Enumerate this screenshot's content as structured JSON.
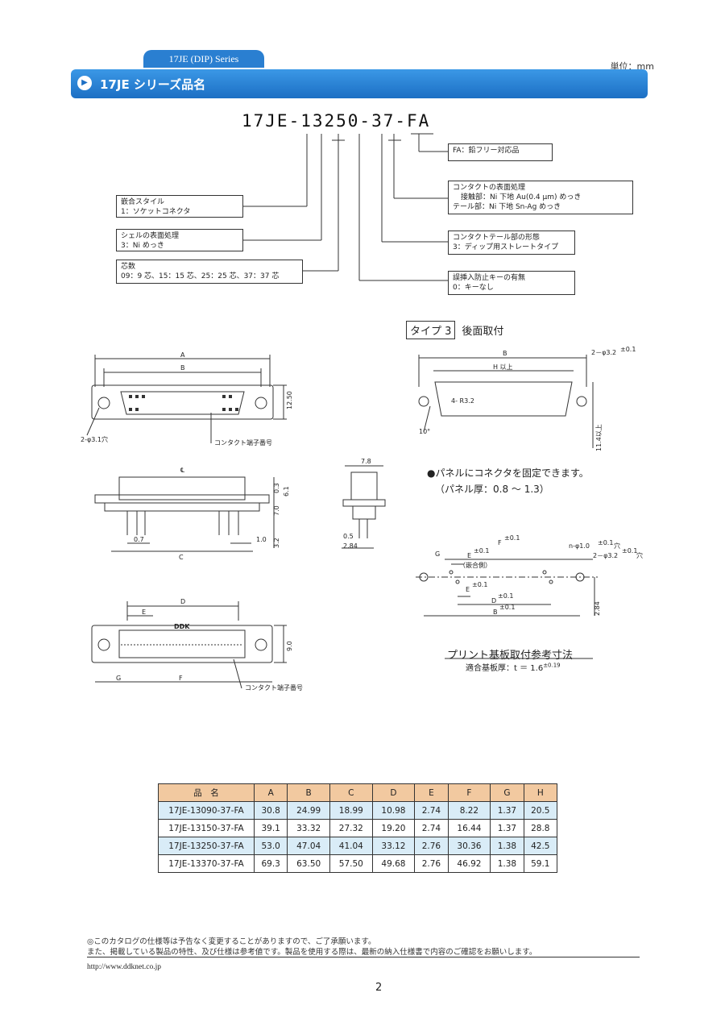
{
  "header": {
    "series_tab": "17JE (DIP) Series",
    "unit": "単位：mm",
    "play_symbol": "▶",
    "title": "17JE シリーズ品名"
  },
  "part_number": "17JE-13250-37-FA",
  "callouts": {
    "fa": [
      "FA：鉛フリー対応品"
    ],
    "plating": [
      "コンタクトの表面処理",
      "接触部：Ni 下地 Au(0.4 μm) めっき",
      "テール部：Ni 下地 Sn-Ag めっき"
    ],
    "tail_shape": [
      "コンタクトテール部の形態",
      "3：ディップ用ストレートタイプ"
    ],
    "key": [
      "誤挿入防止キーの有無",
      "0：キーなし"
    ],
    "style": [
      "嵌合スタイル",
      "1：ソケットコネクタ"
    ],
    "shell": [
      "シェルの表面処理",
      "3：Ni めっき"
    ],
    "cores": [
      "芯数",
      "09：9 芯、15：15 芯、25：25 芯、37：37 芯"
    ]
  },
  "drawings": {
    "front": {
      "A": "A",
      "B": "B",
      "h": "12.50",
      "hole": "2-φ3.1穴",
      "contact_no": "コンタクト端子番号"
    },
    "side": {
      "cl": "℄",
      "d03": "0.3",
      "d61": "6.1",
      "d70": "7.0",
      "d32": "3.2",
      "d07": "0.7",
      "d10": "1.0",
      "C": "C"
    },
    "end": {
      "w78": "7.8",
      "d05": "0.5",
      "d284": "2.84"
    },
    "bottom": {
      "D": "D",
      "E": "E",
      "brand": "DDK",
      "h90": "9.0",
      "G": "G",
      "F": "F",
      "contact_no": "コンタクト端子番号"
    },
    "type3": {
      "box": "タイプ 3",
      "label": "後面取付",
      "B": "B",
      "H": "H 以上",
      "holes": "2－φ3.2",
      "tol": "±0.1",
      "R": "4- R3.2",
      "angle": "10°",
      "v": "11.4以上"
    },
    "notes": [
      "●パネルにコネクタを固定できます。",
      "（パネル厚：0.8 ～ 1.3）"
    ],
    "pcb": {
      "G": "G",
      "E": "E",
      "F": "F",
      "D": "D",
      "B": "B",
      "tol": "±0.1",
      "mating": "（嵌合側）",
      "nhole": "n-φ1.0",
      "hole": "2－φ3.2",
      "ana": "穴",
      "v": "2.84"
    },
    "ref_title": "プリント基板取付参考寸法",
    "ref_sub": "適合基板厚：t ＝ 1.6",
    "ref_tol": "±0.19"
  },
  "table": {
    "headers": [
      "品　名",
      "A",
      "B",
      "C",
      "D",
      "E",
      "F",
      "G",
      "H"
    ],
    "rows": [
      [
        "17JE-13090-37-FA",
        "30.8",
        "24.99",
        "18.99",
        "10.98",
        "2.74",
        "8.22",
        "1.37",
        "20.5"
      ],
      [
        "17JE-13150-37-FA",
        "39.1",
        "33.32",
        "27.32",
        "19.20",
        "2.74",
        "16.44",
        "1.37",
        "28.8"
      ],
      [
        "17JE-13250-37-FA",
        "53.0",
        "47.04",
        "41.04",
        "33.12",
        "2.76",
        "30.36",
        "1.38",
        "42.5"
      ],
      [
        "17JE-13370-37-FA",
        "69.3",
        "63.50",
        "57.50",
        "49.68",
        "2.76",
        "46.92",
        "1.38",
        "59.1"
      ]
    ]
  },
  "footer": {
    "note1": "◎このカタログの仕様等は予告なく変更することがありますので、ご了承願います。",
    "note2": "また、掲載している製品の特性、及び仕様は参考値です。製品を使用する際は、最新の納入仕様書で内容のご確認をお願いします。",
    "url": "http://www.ddknet.co.jp",
    "page": "2"
  }
}
